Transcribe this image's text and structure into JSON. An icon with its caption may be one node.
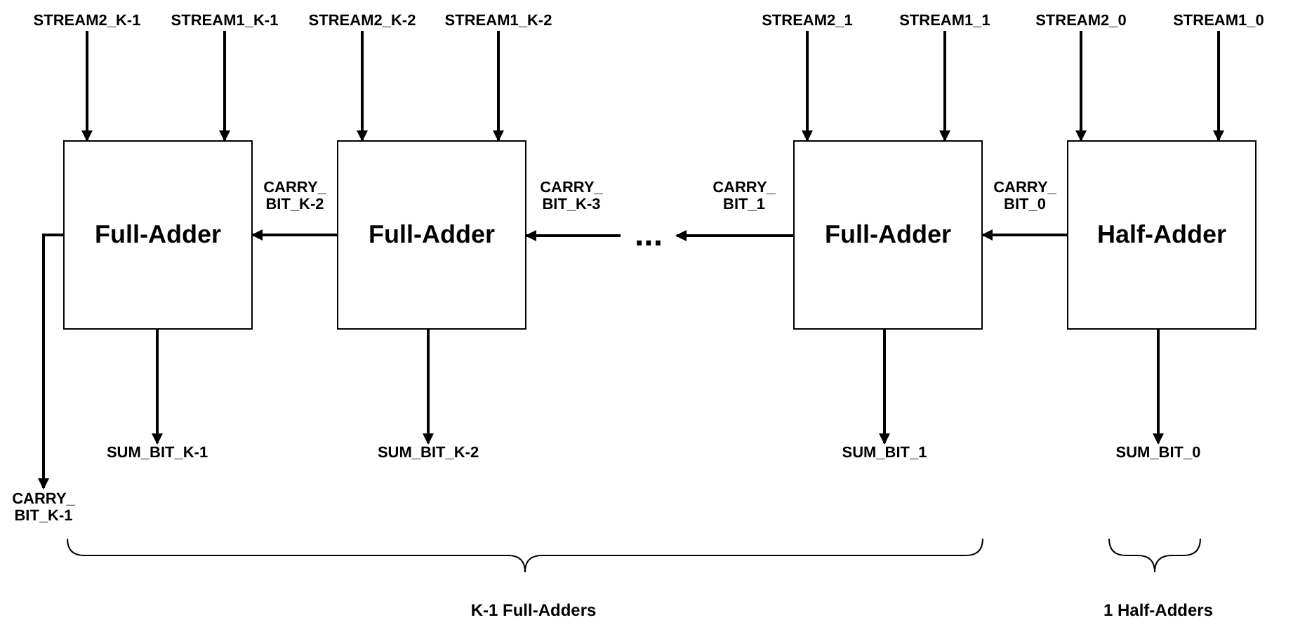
{
  "diagram": {
    "nodes": [
      {
        "text": [
          "STREAM2_K-1"
        ]
      },
      {
        "text": [
          "STREAM1_K-1"
        ]
      },
      {
        "text": [
          "STREAM2_K-2"
        ]
      },
      {
        "text": [
          "STREAM1_K-2"
        ]
      },
      {
        "text": [
          "STREAM2_1"
        ]
      },
      {
        "text": [
          "STREAM1_1"
        ]
      },
      {
        "text": [
          "STREAM2_0"
        ]
      },
      {
        "text": [
          "STREAM1_0"
        ]
      },
      {
        "text": [
          "Full-Adder"
        ]
      },
      {
        "text": [
          "Full-Adder"
        ]
      },
      {
        "text": [
          "Full-Adder"
        ]
      },
      {
        "text": [
          "Half-Adder"
        ]
      },
      {
        "text": [
          "SUM_BIT_K-1"
        ]
      },
      {
        "text": [
          "SUM_BIT_K-2"
        ]
      },
      {
        "text": [
          "SUM_BIT_1"
        ]
      },
      {
        "text": [
          "SUM_BIT_0"
        ]
      },
      {
        "text": [
          "CARRY_ BIT_K-1"
        ]
      },
      {
        "text": [
          "..."
        ]
      }
    ],
    "edges": [
      {
        "from": 0,
        "to": 8,
        "arrow": "to"
      },
      {
        "from": 1,
        "to": 8,
        "arrow": "to"
      },
      {
        "from": 2,
        "to": 9,
        "arrow": "to"
      },
      {
        "from": 3,
        "to": 9,
        "arrow": "to"
      },
      {
        "from": 4,
        "to": 10,
        "arrow": "to"
      },
      {
        "from": 5,
        "to": 10,
        "arrow": "to"
      },
      {
        "from": 6,
        "to": 11,
        "arrow": "to"
      },
      {
        "from": 7,
        "to": 11,
        "arrow": "to"
      },
      {
        "from": 9,
        "to": 8,
        "arrow": "to",
        "label": "CARRY_ BIT_K-2"
      },
      {
        "from": 17,
        "to": 9,
        "arrow": "to",
        "label": "CARRY_ BIT_K-3"
      },
      {
        "from": 10,
        "to": 17,
        "arrow": "to",
        "label": "CARRY_ BIT_1"
      },
      {
        "from": 11,
        "to": 10,
        "arrow": "to",
        "label": "CARRY_ BIT_0"
      },
      {
        "from": 8,
        "to": 12,
        "arrow": "to"
      },
      {
        "from": 9,
        "to": 13,
        "arrow": "to"
      },
      {
        "from": 10,
        "to": 14,
        "arrow": "to"
      },
      {
        "from": 11,
        "to": 15,
        "arrow": "to"
      },
      {
        "from": 8,
        "to": 16,
        "arrow": "to"
      }
    ],
    "labels": [
      "K-1 Full-Adders",
      "1 Half-Adders"
    ]
  }
}
